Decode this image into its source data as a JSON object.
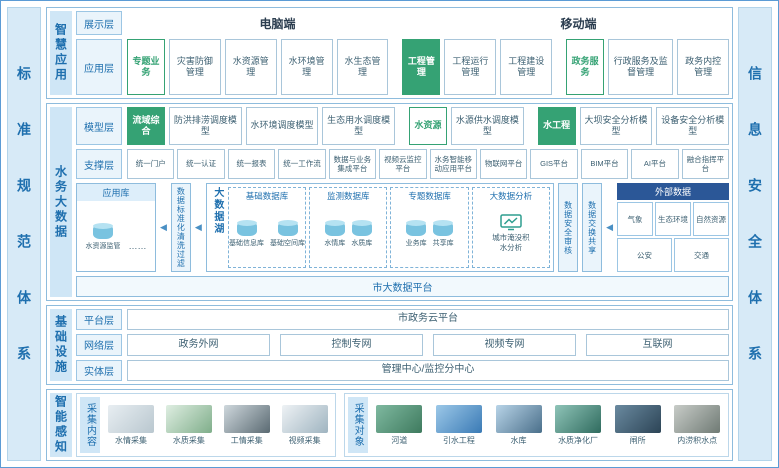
{
  "colors": {
    "green": "#35a274",
    "blue": "#1e6fae",
    "dark_blue": "#2b5797",
    "border_blue": "#8ebcdd",
    "box_border": "#a9c6da",
    "box_text": "#3d6072",
    "panel_bg": "#d7eaf7"
  },
  "icons": {
    "flow_arrow": "◀"
  },
  "frame": {
    "left_bar": "标准规范体系",
    "right_bar": "信息安全体系"
  },
  "app": {
    "label": "智慧应用",
    "display_label": "展示层",
    "pc": "电脑端",
    "mobile": "移动端",
    "app_label": "应用层",
    "g1_head": "专题业务",
    "g1": [
      "灾害防御管理",
      "水资源管理",
      "水环境管理",
      "水生态管理"
    ],
    "g2_head": "工程管理",
    "g2": [
      "工程运行管理",
      "工程建设管理"
    ],
    "g3_head": "政务服务",
    "g3": [
      "行政服务及监督管理",
      "政务内控管理"
    ]
  },
  "bigdata": {
    "label": "水务大数据",
    "model_label": "模型层",
    "m1_head": "流域综合",
    "m1": [
      "防洪排涝调度模型",
      "水环境调度模型",
      "生态用水调度模型"
    ],
    "m2_head": "水资源",
    "m2": [
      "水源供水调度模型"
    ],
    "m3_head": "水工程",
    "m3": [
      "大坝安全分析模型",
      "设备安全分析模型"
    ],
    "support_label": "支撑层",
    "support": [
      "统一门户",
      "统一认证",
      "统一报表",
      "统一工作流",
      "数据与业务集成平台",
      "视频云监控平台",
      "水务智能移动应用平台",
      "物联网平台",
      "GIS平台",
      "BIM平台",
      "AI平台",
      "融合指挥平台"
    ],
    "applib": {
      "title": "应用库",
      "cyl_label": "水资源监管",
      "more": "……"
    },
    "filter": "数据标准化清洗过滤",
    "lake": {
      "label": "大数据湖",
      "groups": [
        {
          "title": "基础数据库",
          "cyls": [
            "基础信息库",
            "基础空间库"
          ]
        },
        {
          "title": "监测数据库",
          "cyls": [
            "水情库",
            "水质库"
          ]
        },
        {
          "title": "专题数据库",
          "cyls": [
            "业务库",
            "共享库"
          ]
        }
      ],
      "analysis": {
        "title": "大数据分析",
        "text": "城市淹没积水分析"
      }
    },
    "audit": "数据安全审核",
    "share": "数据交换共享",
    "external": {
      "title": "外部数据",
      "row1": [
        "气象",
        "生态环境",
        "自然资源"
      ],
      "row2": [
        "公安",
        "交通"
      ]
    },
    "platform_strip": "市大数据平台"
  },
  "infra": {
    "label": "基础设施",
    "platform_label": "平台层",
    "platform_item": "市政务云平台",
    "network_label": "网络层",
    "network_items": [
      "政务外网",
      "控制专网",
      "视频专网",
      "互联网"
    ],
    "entity_label": "实体层",
    "entity_item": "管理中心/监控分中心"
  },
  "sense": {
    "label": "智能感知",
    "content_label": "采集内容",
    "content_items": [
      "水情采集",
      "水质采集",
      "工情采集",
      "视频采集"
    ],
    "content_photos": [
      "linear-gradient(135deg,#e8eef2,#b9c7cf)",
      "linear-gradient(135deg,#dfeee2,#7fae8a)",
      "linear-gradient(135deg,#cfd8dd,#5a6a72)",
      "linear-gradient(135deg,#eef2f5,#9fb4c0)"
    ],
    "object_label": "采集对象",
    "object_items": [
      "河道",
      "引水工程",
      "水库",
      "水质净化厂",
      "闸所",
      "内涝积水点"
    ],
    "object_photos": [
      "linear-gradient(135deg,#7fb9a0,#3e7a5e)",
      "linear-gradient(135deg,#9cc8e8,#3a7ab5)",
      "linear-gradient(135deg,#b8d4e8,#4a6f8a)",
      "linear-gradient(135deg,#8fc4b8,#2f6b5e)",
      "linear-gradient(135deg,#6a8aa0,#2c4456)",
      "linear-gradient(135deg,#c8ccc8,#6f7a74)"
    ]
  }
}
